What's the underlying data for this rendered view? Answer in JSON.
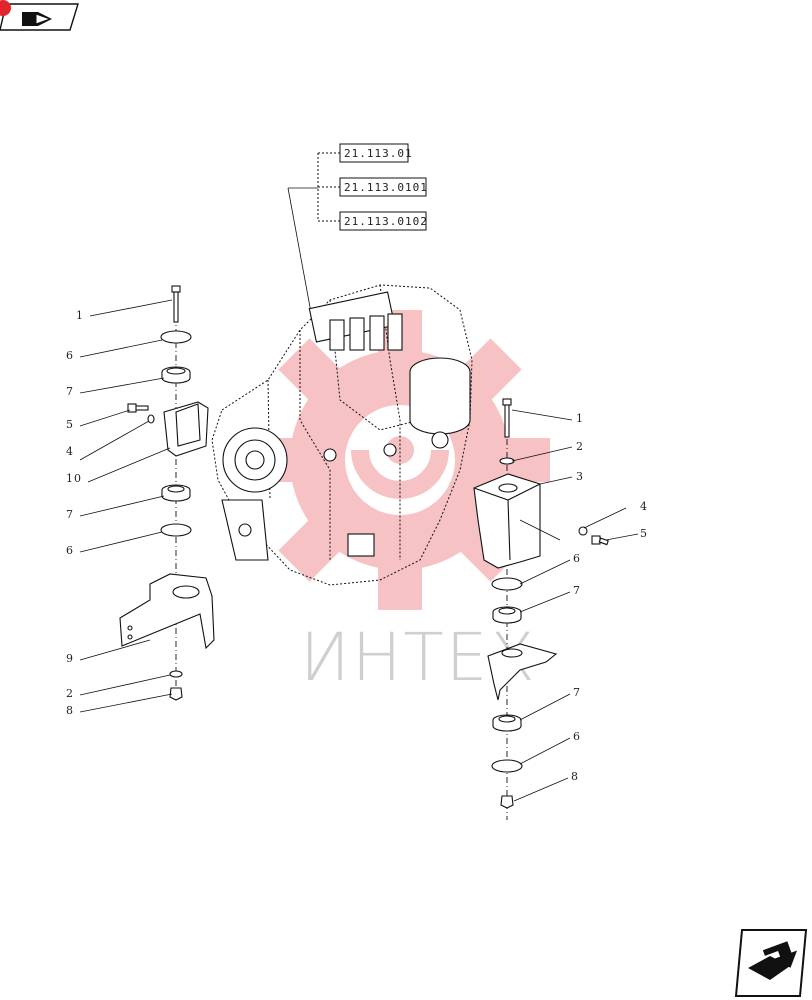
{
  "toolbar": {
    "back_icon": "folder-arrow-icon",
    "badge_color": "#e0262b"
  },
  "references": [
    "21.113.01",
    "21.113.0101",
    "21.113.0102"
  ],
  "left_callouts": [
    "1",
    "6",
    "7",
    "5",
    "4",
    "10",
    "7",
    "6",
    "9",
    "2",
    "8"
  ],
  "right_callouts": [
    "1",
    "2",
    "3",
    "4",
    "5",
    "6",
    "7",
    "7",
    "6",
    "8"
  ],
  "watermark": {
    "text": "ИНТЕХ",
    "color": "#e8454a"
  },
  "nav": {
    "next_icon": "next-page-arrow-icon"
  }
}
